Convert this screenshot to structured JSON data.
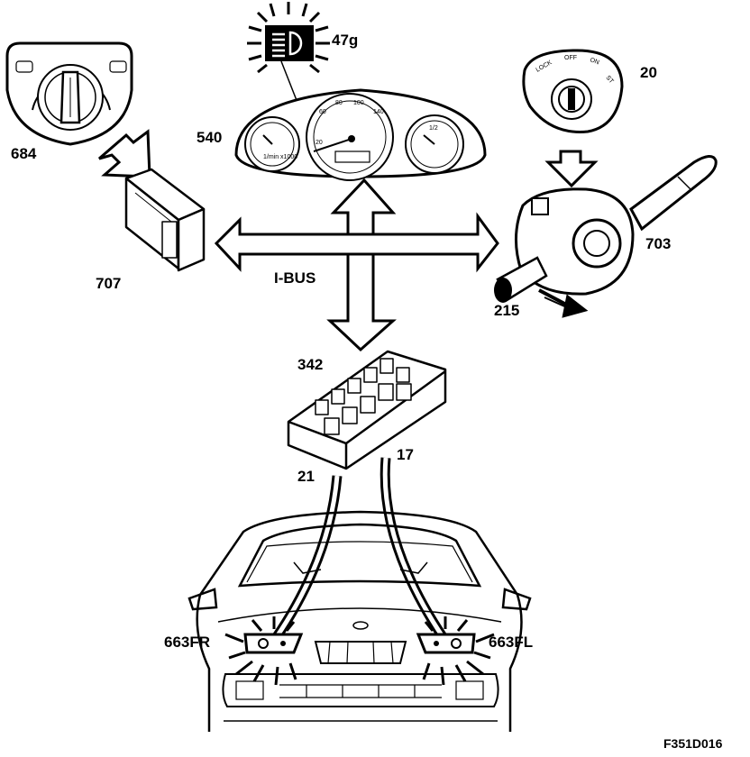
{
  "diagram": {
    "bus_label": "I-BUS",
    "figure_id": "F351D016",
    "components": {
      "headlight_switch": "684",
      "control_module": "707",
      "instrument_cluster": "540",
      "indicator_lamp": "47g",
      "ignition_switch": "20",
      "steering_column_module": "703",
      "fog_switch": "215",
      "fuse_relay_box": "342",
      "wire_a": "21",
      "wire_b": "17",
      "lamp_right": "663FR",
      "lamp_left": "663FL"
    },
    "ignition_positions": [
      "LOCK",
      "OFF",
      "ON",
      "ST"
    ]
  }
}
